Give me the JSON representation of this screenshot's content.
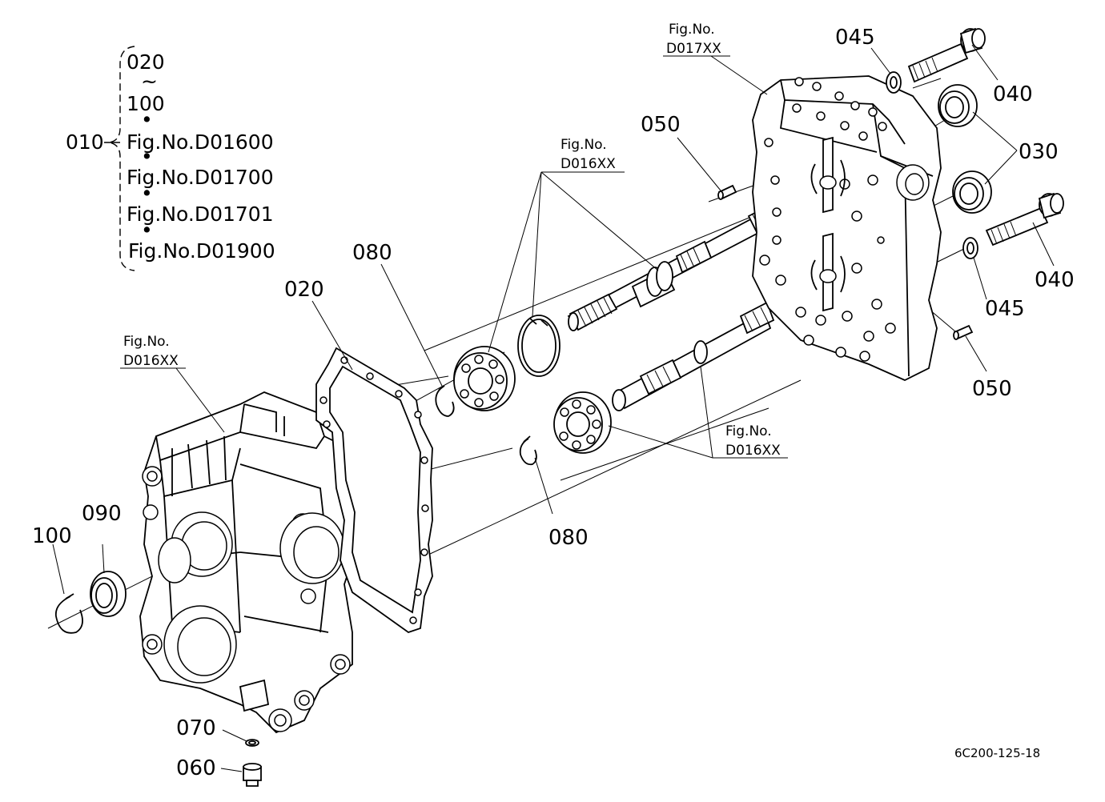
{
  "legend": {
    "parent_label": "010",
    "items": [
      "020",
      "~",
      "100",
      "•",
      "Fig.No.D01600",
      "•",
      "Fig.No.D01700",
      "•",
      "Fig.No.D01701",
      "•",
      "Fig.No.D01900"
    ]
  },
  "callouts": {
    "c_020": "020",
    "c_080_top": "080",
    "c_080_bottom": "080",
    "c_090": "090",
    "c_100": "100",
    "c_070": "070",
    "c_060": "060",
    "c_050_top": "050",
    "c_050_right": "050",
    "c_045_top": "045",
    "c_045_right": "045",
    "c_040_top": "040",
    "c_040_right": "040",
    "c_030": "030"
  },
  "fig_refs": {
    "left_line1": "Fig.No.",
    "left_line2": "D016XX",
    "mid_top_line1": "Fig.No.",
    "mid_top_line2": "D016XX",
    "top_right_line1": "Fig.No.",
    "top_right_line2": "D017XX",
    "mid_bottom_line1": "Fig.No.",
    "mid_bottom_line2": "D016XX"
  },
  "drawing_id": "6C200-125-18"
}
